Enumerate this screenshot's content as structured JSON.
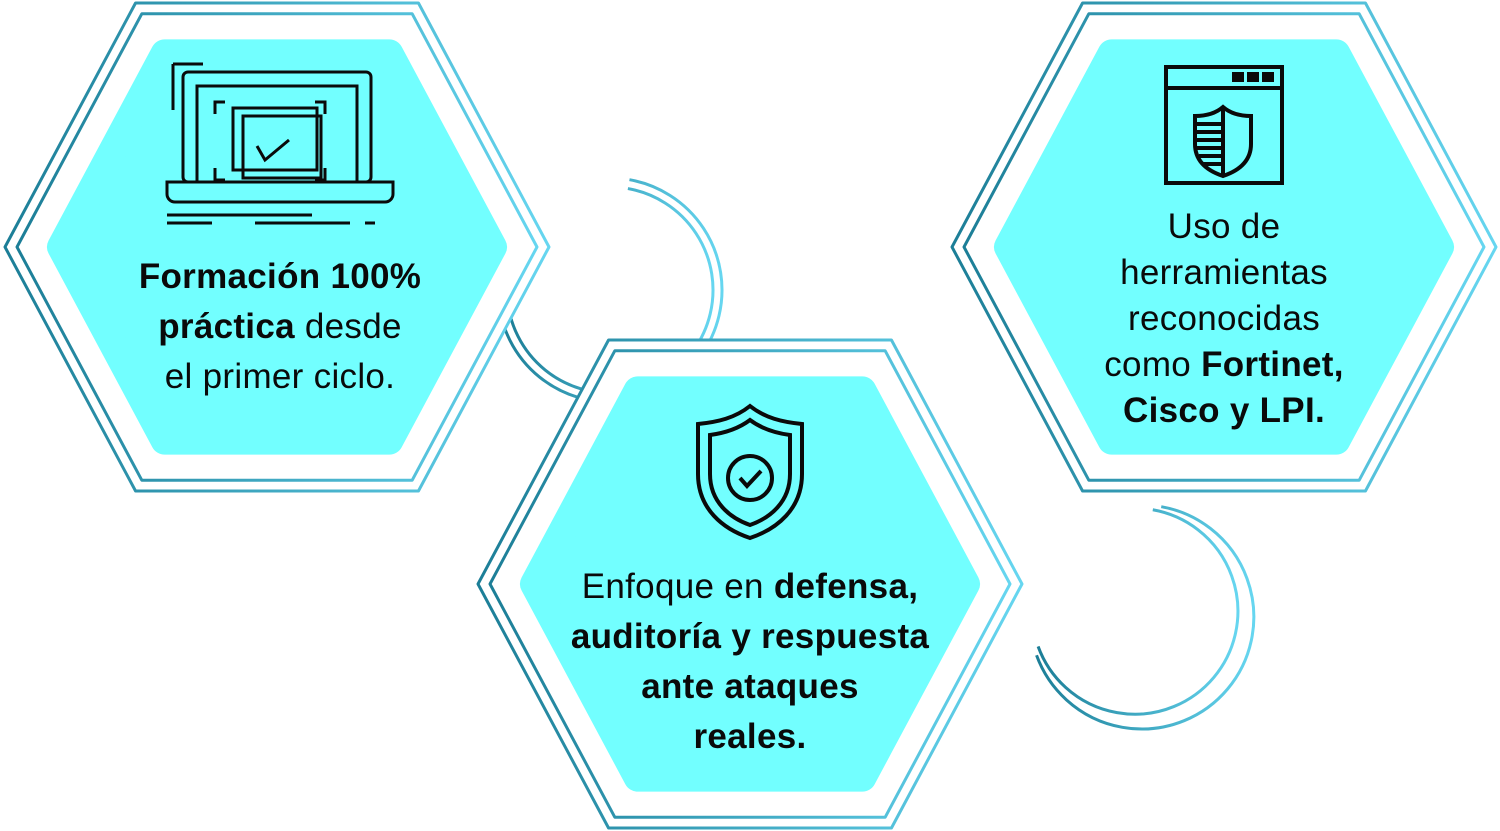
{
  "colors": {
    "fill": "#72FFFF",
    "stroke_dark": "#1C7E97",
    "stroke_light": "#66D6F0",
    "text": "#0A0A0A"
  },
  "cards": [
    {
      "icon": "laptop-check-icon",
      "bold1": "Formación 100%",
      "bold2": "práctica",
      "normal1": " desde",
      "normal2": "el primer ciclo."
    },
    {
      "icon": "shield-check-icon",
      "normal1": "Enfoque en ",
      "bold1": "defensa,",
      "bold2": "auditoría y respuesta",
      "bold3": "ante ataques",
      "bold4": "reales."
    },
    {
      "icon": "browser-shield-icon",
      "normal1": "Uso de",
      "normal2": "herramientas",
      "normal3": "reconocidas",
      "normal4": "como ",
      "bold1": "Fortinet,",
      "bold2": "Cisco y LPI."
    }
  ]
}
